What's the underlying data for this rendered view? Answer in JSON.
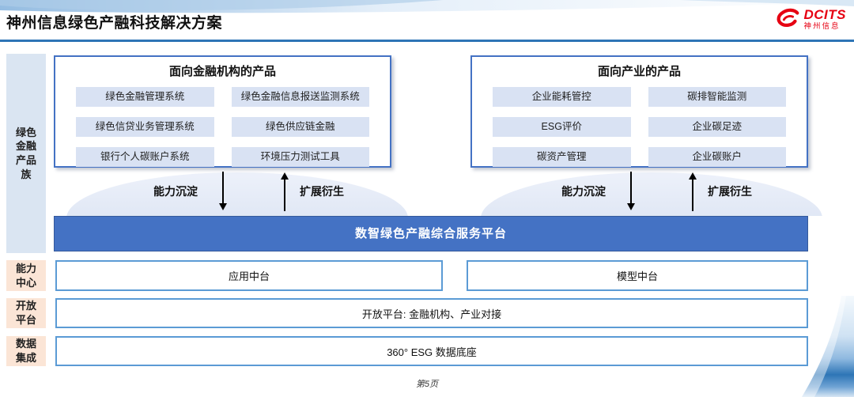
{
  "header": {
    "title": "神州信息绿色产融科技解决方案",
    "logo_brand": "DCITS",
    "logo_brand_cn": "神州信息"
  },
  "sidebar": {
    "product_family": "绿色金融产品族",
    "capability_center": "能力中心",
    "open_platform": "开放平台",
    "data_integration": "数据集成"
  },
  "product_groups": [
    {
      "title": "面向金融机构的产品",
      "items": [
        "绿色金融管理系统",
        "绿色金融信息报送监测系统",
        "绿色信贷业务管理系统",
        "绿色供应链金融",
        "银行个人碳账户系统",
        "环境压力测试工具"
      ]
    },
    {
      "title": "面向产业的产品",
      "items": [
        "企业能耗管控",
        "碳排智能监测",
        "ESG评价",
        "企业碳足迹",
        "碳资产管理",
        "企业碳账户"
      ]
    }
  ],
  "flow": {
    "down_label": "能力沉淀",
    "up_label": "扩展衍生"
  },
  "platform_bar": "数智绿色产融综合服务平台",
  "middle_row": {
    "left": "应用中台",
    "right": "模型中台"
  },
  "open_platform_row": "开放平台: 金融机构、产业对接",
  "data_row": "360° ESG 数据底座",
  "footer": {
    "page_number": "第5页"
  },
  "icons": {
    "arrow_down": "↓",
    "arrow_up": "↑",
    "logo": "red-swoosh"
  },
  "colors": {
    "accent_blue": "#4472C4",
    "light_blue_fill": "#D9E2F3",
    "divider_blue": "#2E75B6",
    "row_border_blue": "#5B9BD5",
    "sidebar_blue": "#DAE5F2",
    "sidebar_peach": "#FBE5D6",
    "logo_red": "#E60012"
  }
}
